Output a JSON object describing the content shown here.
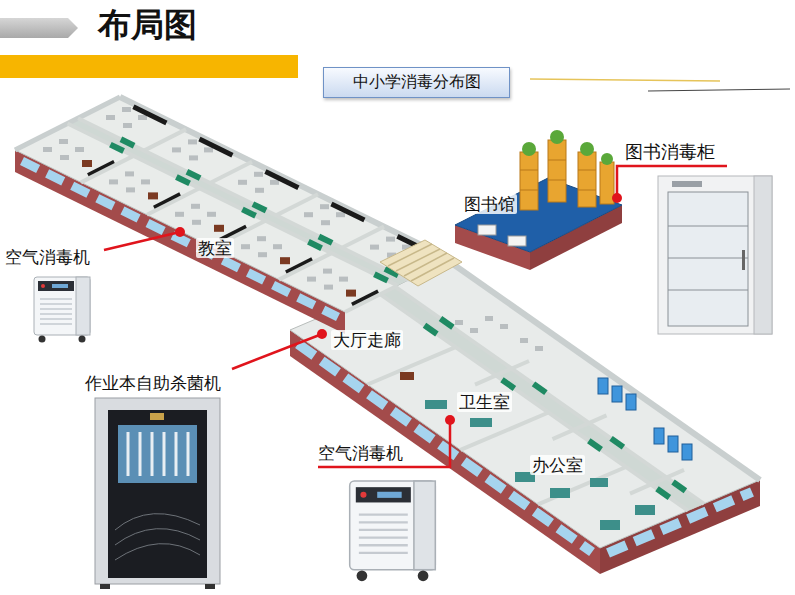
{
  "diagram": {
    "title": "布局图",
    "nodes": [
      {
        "text": [
          "中小学消毒分布图"
        ]
      }
    ],
    "labels": [
      "图书消毒柜",
      "图书馆",
      "空气消毒机",
      "教室",
      "大厅走廊",
      "作业本自助杀菌机",
      "卫生室",
      "空气消毒机",
      "办公室"
    ]
  }
}
